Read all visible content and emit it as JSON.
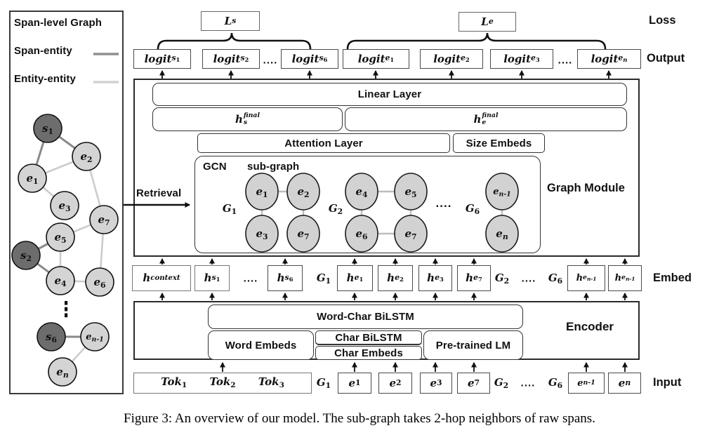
{
  "legend": {
    "title": "Span-level Graph",
    "span_entity": "Span-entity",
    "entity_entity": "Entity-entity",
    "span_entity_color": "#8f8f8f",
    "entity_entity_color": "#d2d2d2",
    "dots": "⋮"
  },
  "left_graph": {
    "nodes": [
      {
        "base": "s",
        "sub": "1"
      },
      {
        "base": "e",
        "sub": "2"
      },
      {
        "base": "e",
        "sub": "1"
      },
      {
        "base": "e",
        "sub": "3"
      },
      {
        "base": "e",
        "sub": "7"
      },
      {
        "base": "e",
        "sub": "5"
      },
      {
        "base": "s",
        "sub": "2"
      },
      {
        "base": "e",
        "sub": "4"
      },
      {
        "base": "e",
        "sub": "6"
      },
      {
        "base": "s",
        "sub": "6"
      },
      {
        "base": "e",
        "sub": "n-1"
      },
      {
        "base": "e",
        "sub": "n"
      }
    ],
    "dark_fill": "#6d6d6d",
    "light_fill": "#d4d4d4"
  },
  "loss": {
    "label": "Loss",
    "ls": {
      "base": "L",
      "sub": "s"
    },
    "le": {
      "base": "L",
      "sub": "e"
    }
  },
  "output": {
    "label": "Output",
    "dots": "....",
    "items": [
      {
        "base": "logit",
        "sub": "s",
        "subsub": "1"
      },
      {
        "base": "logit",
        "sub": "s",
        "subsub": "2"
      },
      {
        "base": "logit",
        "sub": "s",
        "subsub": "6"
      },
      {
        "base": "logit",
        "sub": "e",
        "subsub": "1"
      },
      {
        "base": "logit",
        "sub": "e",
        "subsub": "2"
      },
      {
        "base": "logit",
        "sub": "e",
        "subsub": "3"
      },
      {
        "base": "logit",
        "sub": "e",
        "subsub": "n"
      }
    ]
  },
  "graph_module": {
    "label": "Graph Module",
    "linear_layer": "Linear Layer",
    "h_s_final": {
      "base": "h",
      "sub": "s",
      "sup": "final"
    },
    "h_e_final": {
      "base": "h",
      "sub": "e",
      "sup": "final"
    },
    "attention_layer": "Attention Layer",
    "size_embeds": "Size Embeds",
    "gcn": "GCN",
    "subgraph": "sub-graph",
    "retrieval": "Retrieval",
    "dots": "....",
    "g1": {
      "base": "G",
      "sub": "1"
    },
    "g2": {
      "base": "G",
      "sub": "2"
    },
    "g6": {
      "base": "G",
      "sub": "6"
    },
    "nodes": [
      {
        "base": "e",
        "sub": "1"
      },
      {
        "base": "e",
        "sub": "2"
      },
      {
        "base": "e",
        "sub": "3"
      },
      {
        "base": "e",
        "sub": "7"
      },
      {
        "base": "e",
        "sub": "4"
      },
      {
        "base": "e",
        "sub": "5"
      },
      {
        "base": "e",
        "sub": "6"
      },
      {
        "base": "e",
        "sub": "7"
      },
      {
        "base": "e",
        "sub": "n-1"
      },
      {
        "base": "e",
        "sub": "n"
      }
    ],
    "node_fill": "#d2d2d2"
  },
  "embed": {
    "label": "Embed",
    "dots": "....",
    "h_context": {
      "base": "h",
      "sup": "context"
    },
    "g1": {
      "base": "G",
      "sub": "1"
    },
    "g2": {
      "base": "G",
      "sub": "2"
    },
    "g6": {
      "base": "G",
      "sub": "6"
    },
    "items": [
      {
        "base": "h",
        "sub": "s",
        "subsub": "1"
      },
      {
        "base": "h",
        "sub": "s",
        "subsub": "6"
      },
      {
        "base": "h",
        "sub": "e",
        "subsub": "1"
      },
      {
        "base": "h",
        "sub": "e",
        "subsub": "2"
      },
      {
        "base": "h",
        "sub": "e",
        "subsub": "3"
      },
      {
        "base": "h",
        "sub": "e",
        "subsub": "7"
      },
      {
        "base": "h",
        "sub": "e",
        "subsub": "n-1"
      },
      {
        "base": "h",
        "sub": "e",
        "subsub": "n-1"
      }
    ]
  },
  "encoder": {
    "label": "Encoder",
    "word_char_bilstm": "Word-Char BiLSTM",
    "word_embeds": "Word Embeds",
    "char_bilstm": "Char BiLSTM",
    "char_embeds": "Char Embeds",
    "pretrained_lm": "Pre-trained LM"
  },
  "input": {
    "label": "Input",
    "dots": "....",
    "g1": {
      "base": "G",
      "sub": "1"
    },
    "g2": {
      "base": "G",
      "sub": "2"
    },
    "g6": {
      "base": "G",
      "sub": "6"
    },
    "tokens": [
      {
        "base": "Tok",
        "sub": "1"
      },
      {
        "base": "Tok",
        "sub": "2"
      },
      {
        "base": "Tok",
        "sub": "3"
      }
    ],
    "entities": [
      {
        "base": "e",
        "sub": "1"
      },
      {
        "base": "e",
        "sub": "2"
      },
      {
        "base": "e",
        "sub": "3"
      },
      {
        "base": "e",
        "sub": "7"
      },
      {
        "base": "e",
        "sub": "n-1"
      },
      {
        "base": "e",
        "sub": "n"
      }
    ]
  },
  "caption": "Figure 3: An overview of our model. The sub-graph takes 2-hop neighbors of raw spans."
}
